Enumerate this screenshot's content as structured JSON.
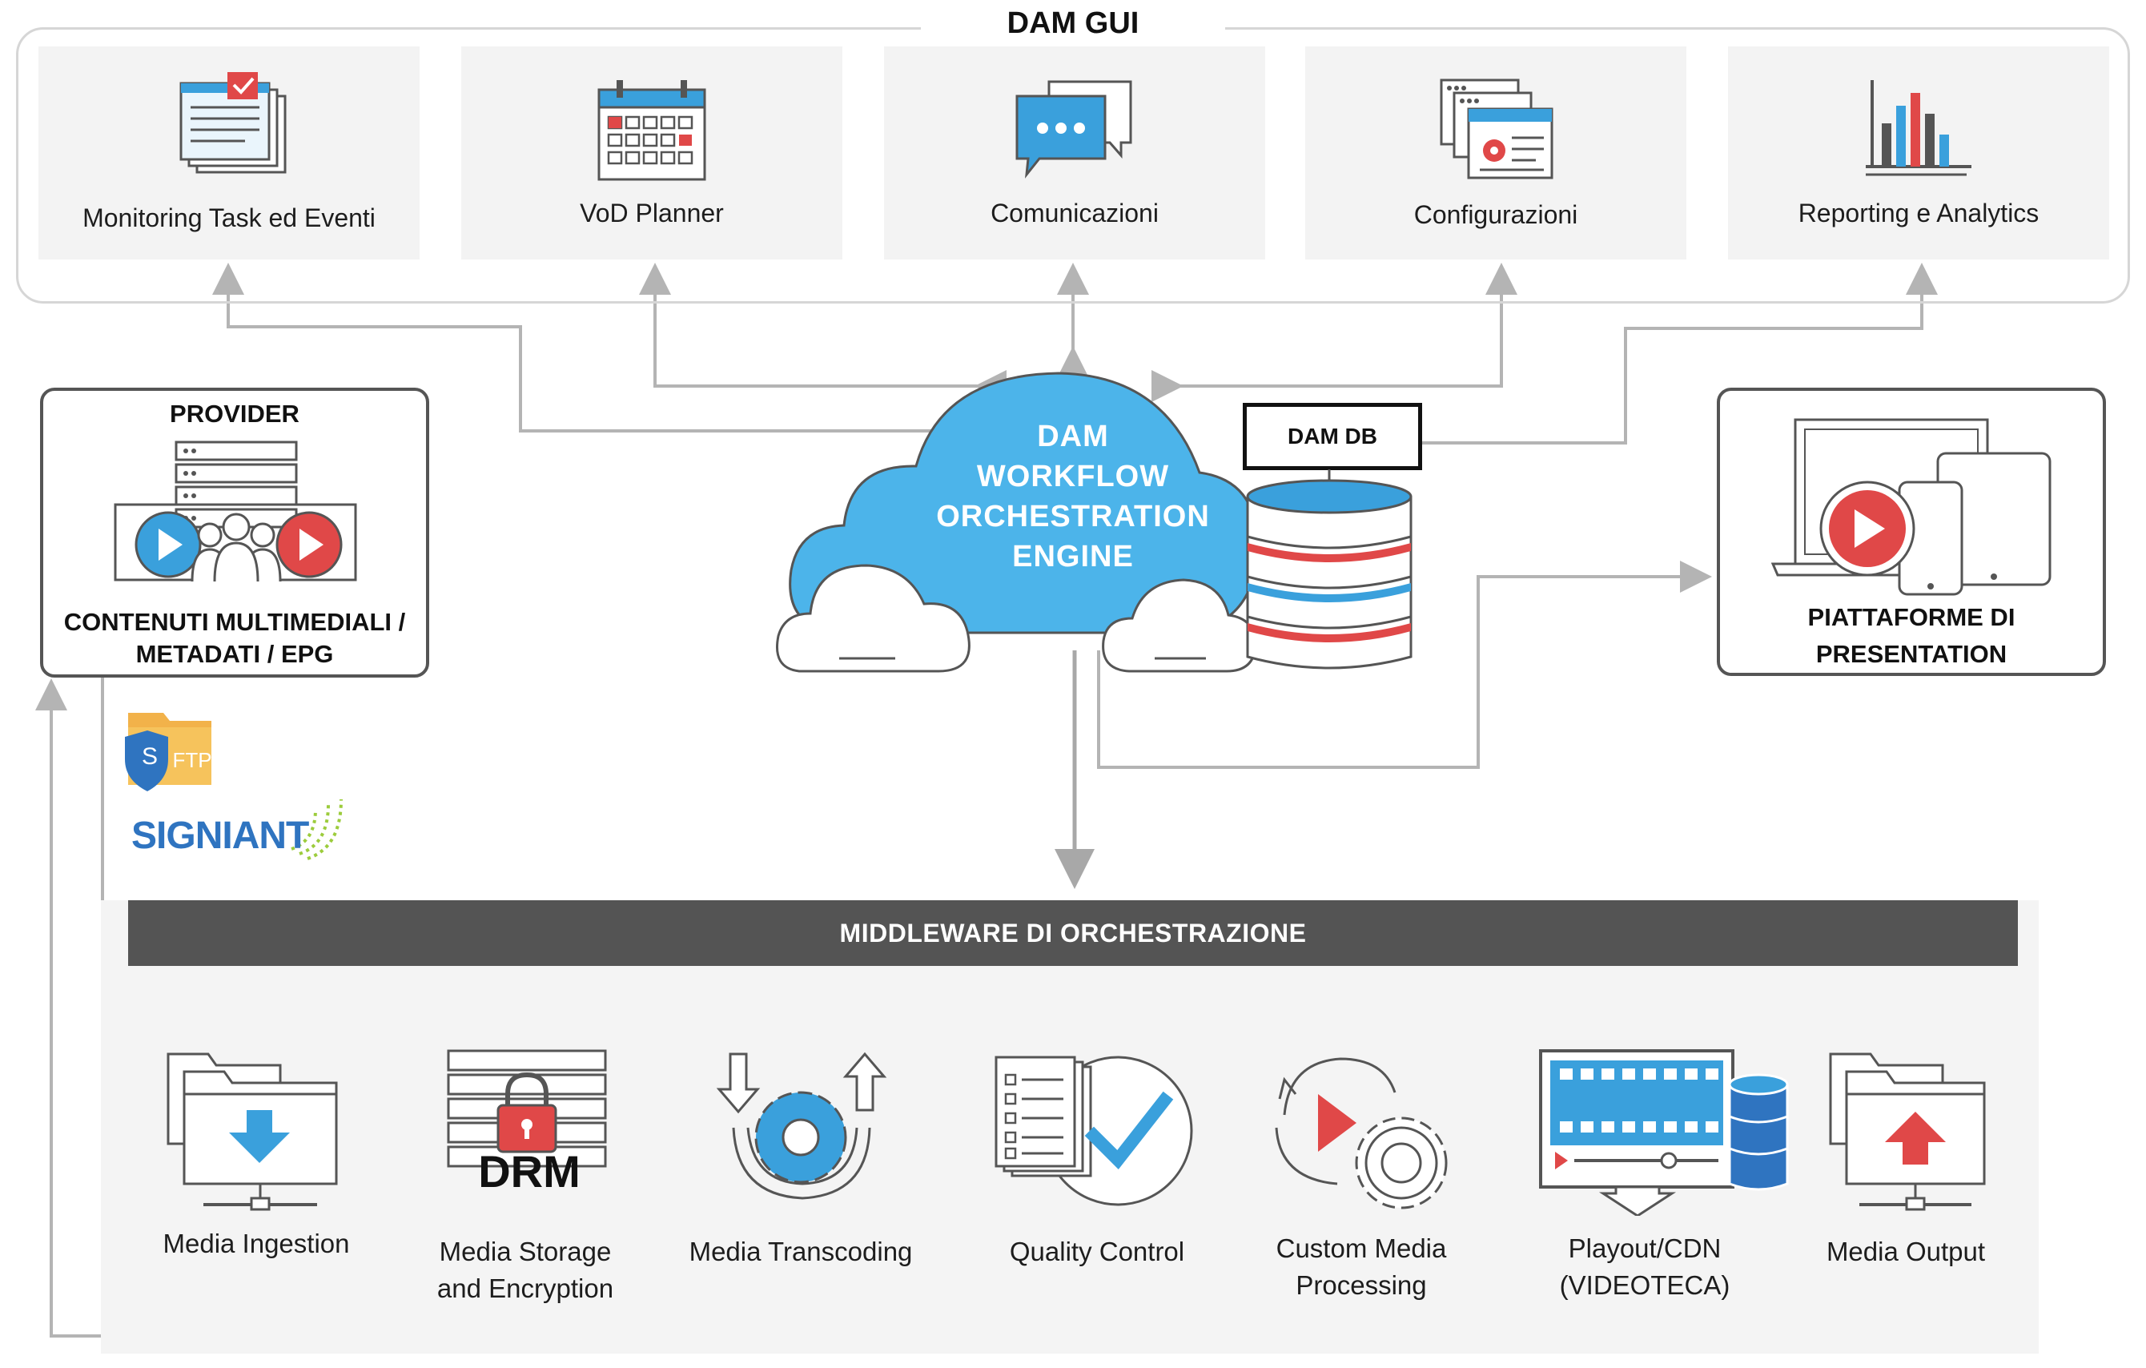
{
  "header": {
    "title": "DAM GUI"
  },
  "gui_modules": [
    {
      "label": "Monitoring Task ed Eventi",
      "icon": "monitoring-task-icon"
    },
    {
      "label": "VoD Planner",
      "icon": "calendar-icon"
    },
    {
      "label": "Comunicazioni",
      "icon": "chat-bubbles-icon"
    },
    {
      "label": "Configurazioni",
      "icon": "settings-windows-icon"
    },
    {
      "label": "Reporting e Analytics",
      "icon": "bar-chart-icon"
    }
  ],
  "provider": {
    "title": "PROVIDER",
    "caption_line1": "CONTENUTI MULTIMEDIALI /",
    "caption_line2": "METADATI / EPG"
  },
  "transfer": {
    "sftp_label": "FTP",
    "sftp_shield_letter": "S",
    "signiant_label": "SIGNIANT"
  },
  "engine": {
    "line1": "DAM",
    "line2": "WORKFLOW",
    "line3": "ORCHESTRATION",
    "line4": "ENGINE"
  },
  "database": {
    "label": "DAM DB"
  },
  "presentation": {
    "line1": "PIATTAFORME DI",
    "line2": "PRESENTATION"
  },
  "middleware": {
    "title": "MIDDLEWARE DI ORCHESTRAZIONE"
  },
  "pipeline_modules": [
    {
      "line1": "Media Ingestion",
      "line2": "",
      "icon": "folder-download-icon"
    },
    {
      "line1": "Media Storage",
      "line2": "and Encryption",
      "icon": "drm-lock-icon",
      "badge": "DRM"
    },
    {
      "line1": "Media Transcoding",
      "line2": "",
      "icon": "gear-transcode-icon"
    },
    {
      "line1": "Quality Control",
      "line2": "",
      "icon": "checklist-icon"
    },
    {
      "line1": "Custom Media",
      "line2": "Processing",
      "icon": "play-gears-icon"
    },
    {
      "line1": "Playout/CDN",
      "line2": "(VIDEOTECA)",
      "icon": "film-database-icon"
    },
    {
      "line1": "Media Output",
      "line2": "",
      "icon": "folder-upload-icon"
    }
  ],
  "colors": {
    "accent_blue": "#3aa0dc",
    "cloud_blue": "#4cb4ea",
    "alert_red": "#e04848",
    "connector_gray": "#b4b4b4",
    "middleware_bar": "#545454"
  }
}
